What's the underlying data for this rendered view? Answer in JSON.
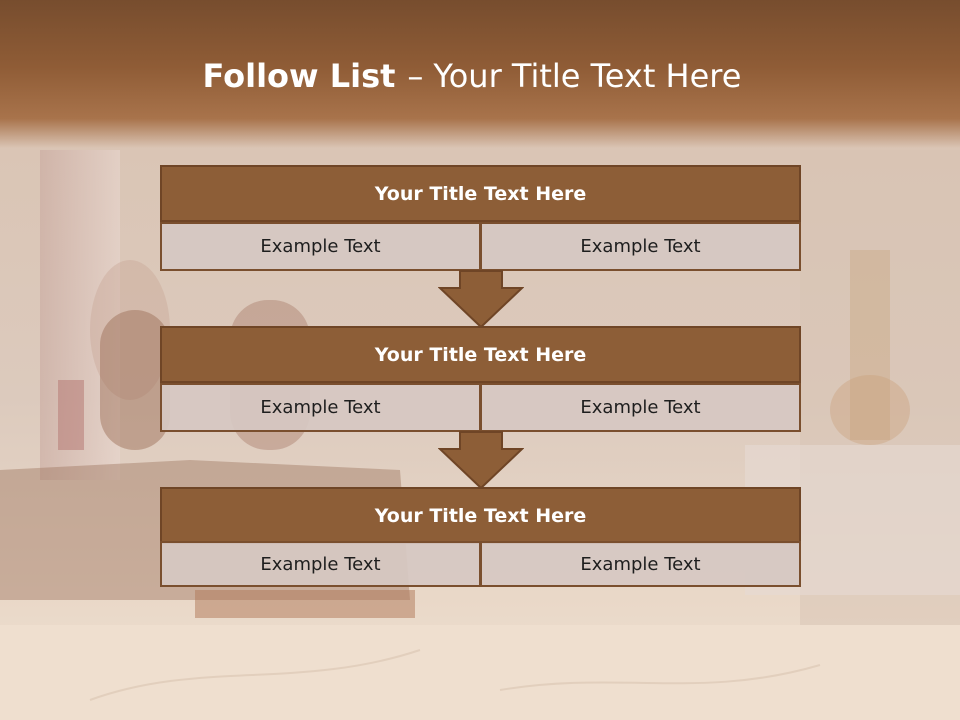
{
  "slide": {
    "title_bold": "Follow List",
    "title_dash": "–",
    "title_rest": "Your Title Text Here"
  },
  "blocks": [
    {
      "title": "Your Title Text Here",
      "left": "Example Text",
      "right": "Example Text"
    },
    {
      "title": "Your Title Text Here",
      "left": "Example Text",
      "right": "Example Text"
    },
    {
      "title": "Your Title Text Here",
      "left": "Example Text",
      "right": "Example Text"
    }
  ],
  "colors": {
    "header_brown": "#8d5e37",
    "border_brown": "#6f4526",
    "cell_fill": "#d6c8c2",
    "title_text": "#ffffff"
  }
}
